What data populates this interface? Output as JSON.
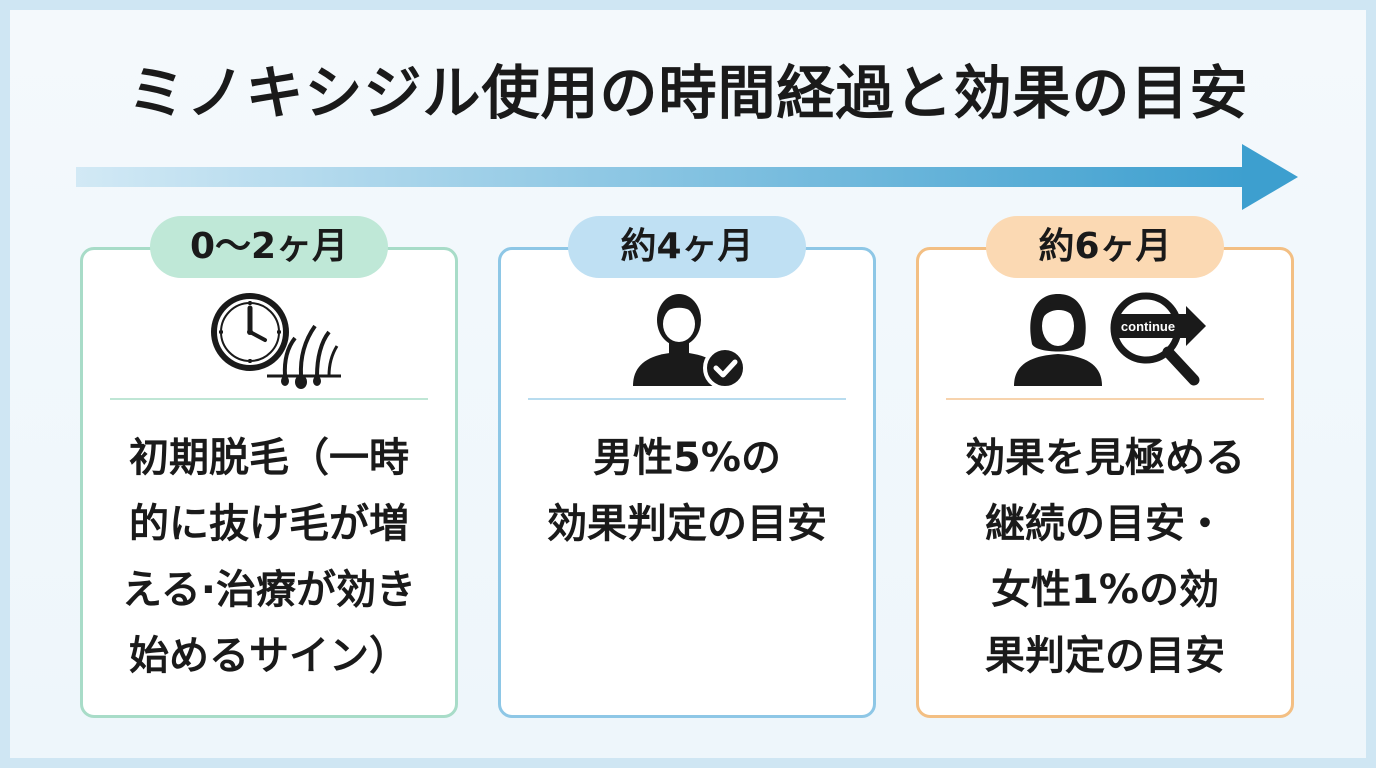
{
  "title": "ミノキシジル使用の時間経過と効果の目安",
  "colors": {
    "arrow_start": "#d2e9f5",
    "arrow_end": "#3d9fcf",
    "stage1_accent": "#a8dcc8",
    "stage2_accent": "#8ec7e6",
    "stage3_accent": "#f3bf83"
  },
  "stages": [
    {
      "period": "0〜2ヶ月",
      "icons": [
        "clock-icon",
        "hair-follicle-icon"
      ],
      "lines": [
        "初期脱毛（一時",
        "的に抜け毛が増",
        "える·治療が効き",
        "始めるサイン）"
      ]
    },
    {
      "period": "約4ヶ月",
      "icons": [
        "male-user-check-icon"
      ],
      "lines": [
        "男性5%の",
        "効果判定の目安"
      ]
    },
    {
      "period": "約6ヶ月",
      "icons": [
        "female-user-icon",
        "magnifier-continue-icon"
      ],
      "icon_label": "continue",
      "lines": [
        "効果を見極める",
        "継続の目安・",
        "女性1%の効",
        "果判定の目安"
      ]
    }
  ]
}
